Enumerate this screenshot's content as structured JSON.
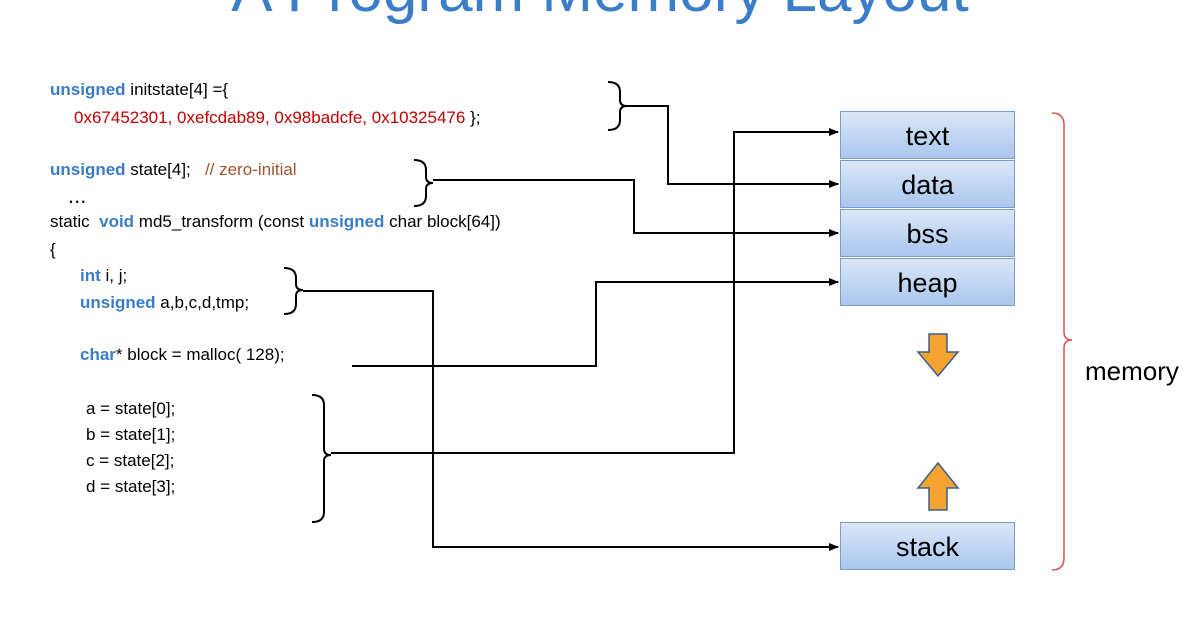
{
  "title": "A Program Memory Layout",
  "code": {
    "initstate_kw": "unsigned",
    "initstate_rest": " initstate[4] ={",
    "initstate_values": "0x67452301, 0xefcdab89, 0x98badcfe, 0x10325476",
    "initstate_end": " };",
    "state_kw": "unsigned",
    "state_rest": " state[4];   ",
    "state_comment": "// zero-initial",
    "ellipsis": "...",
    "fn_static": "static  ",
    "fn_void": "void",
    "fn_mid": " md5_transform (const ",
    "fn_unsigned": "unsigned",
    "fn_end": " char block[64])",
    "brace": "{",
    "int_kw": "int",
    "int_rest": " i, j;",
    "abcd_kw": "unsigned",
    "abcd_rest": " a,b,c,d,tmp;",
    "char_kw": "char",
    "char_rest": "* block = malloc( 128);",
    "assign_a": "a = state[0];",
    "assign_b": "b = state[1];",
    "assign_c": "c = state[2];",
    "assign_d": "d = state[3];"
  },
  "memory": {
    "segments": [
      "text",
      "data",
      "bss",
      "heap"
    ],
    "stack": "stack",
    "label": "memory",
    "segment_color": "#aac6ee",
    "arrow_color": "#f5a330"
  }
}
